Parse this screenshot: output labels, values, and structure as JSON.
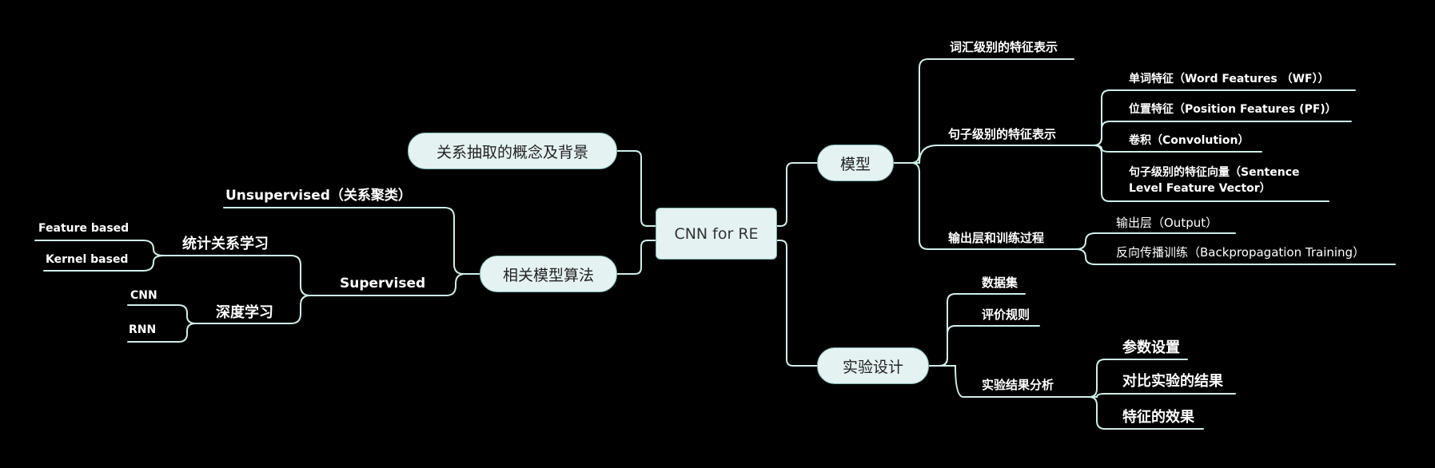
{
  "root": "CNN for RE",
  "left": {
    "concept": "关系抽取的概念及背景",
    "algos": "相关模型算法",
    "unsupervised": "Unsupervised（关系聚类）",
    "supervised": "Supervised",
    "stat": "统计关系学习",
    "feature": "Feature based",
    "kernel": "Kernel based",
    "deep": "深度学习",
    "cnn": "CNN",
    "rnn": "RNN"
  },
  "right": {
    "model": "模型",
    "word_level": "词汇级别的特征表示",
    "sent_level": "句子级别的特征表示",
    "wf": "单词特征（Word Features （WF））",
    "pf": "位置特征（Position Features (PF)）",
    "conv": "卷积（Convolution）",
    "sfv_1": "句子级别的特征向量（Sentence",
    "sfv_2": "Level Feature Vector）",
    "output_train": "输出层和训练过程",
    "output": "输出层（Output）",
    "bp": "反向传播训练（Backpropagation Training）",
    "exp": "实验设计",
    "dataset": "数据集",
    "metric": "评价规则",
    "analysis": "实验结果分析",
    "params": "参数设置",
    "compare": "对比实验的结果",
    "effect": "特征的效果"
  },
  "colors": {
    "line": "#cfeee9",
    "box_fill": "#e4f2f1",
    "box_border": "#7fb6b3"
  }
}
